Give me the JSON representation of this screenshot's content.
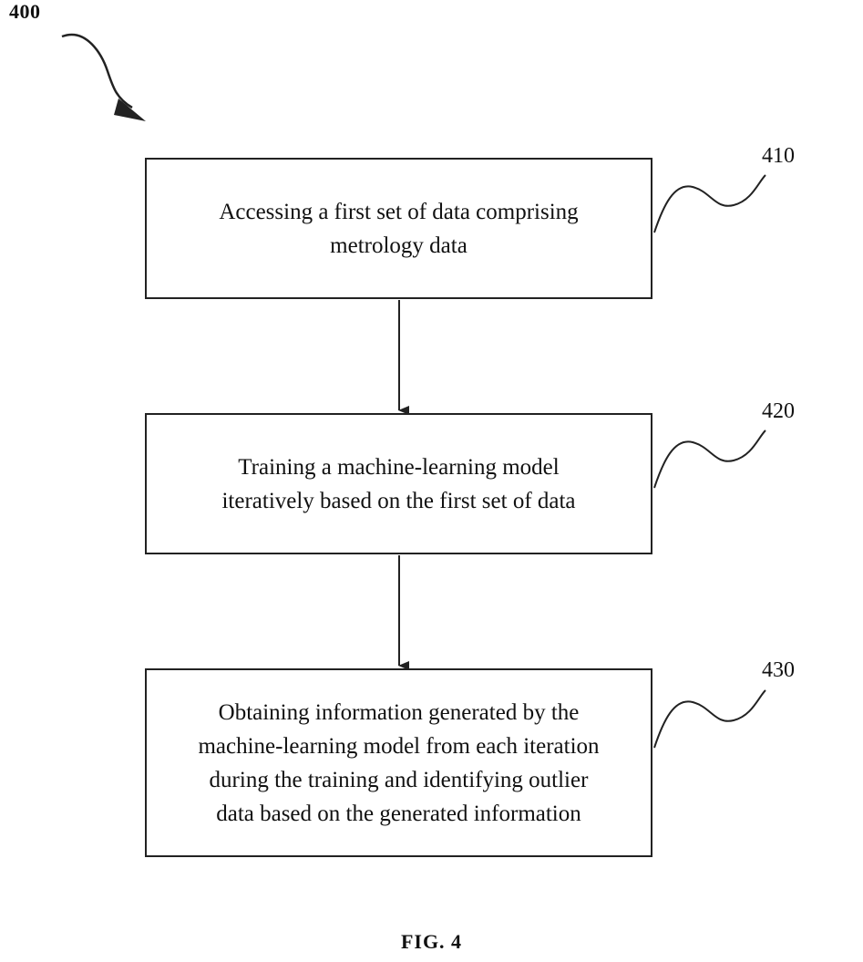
{
  "figure": {
    "number_label": "400",
    "caption": "FIG. 4"
  },
  "steps": [
    {
      "ref": "410",
      "text": "Accessing a first set of data comprising\nmetrology data"
    },
    {
      "ref": "420",
      "text": "Training a machine-learning model\niteratively based on the first set of data"
    },
    {
      "ref": "430",
      "text": "Obtaining information generated by the\nmachine-learning model from each iteration\nduring the training and identifying outlier\ndata based on the generated information"
    }
  ]
}
